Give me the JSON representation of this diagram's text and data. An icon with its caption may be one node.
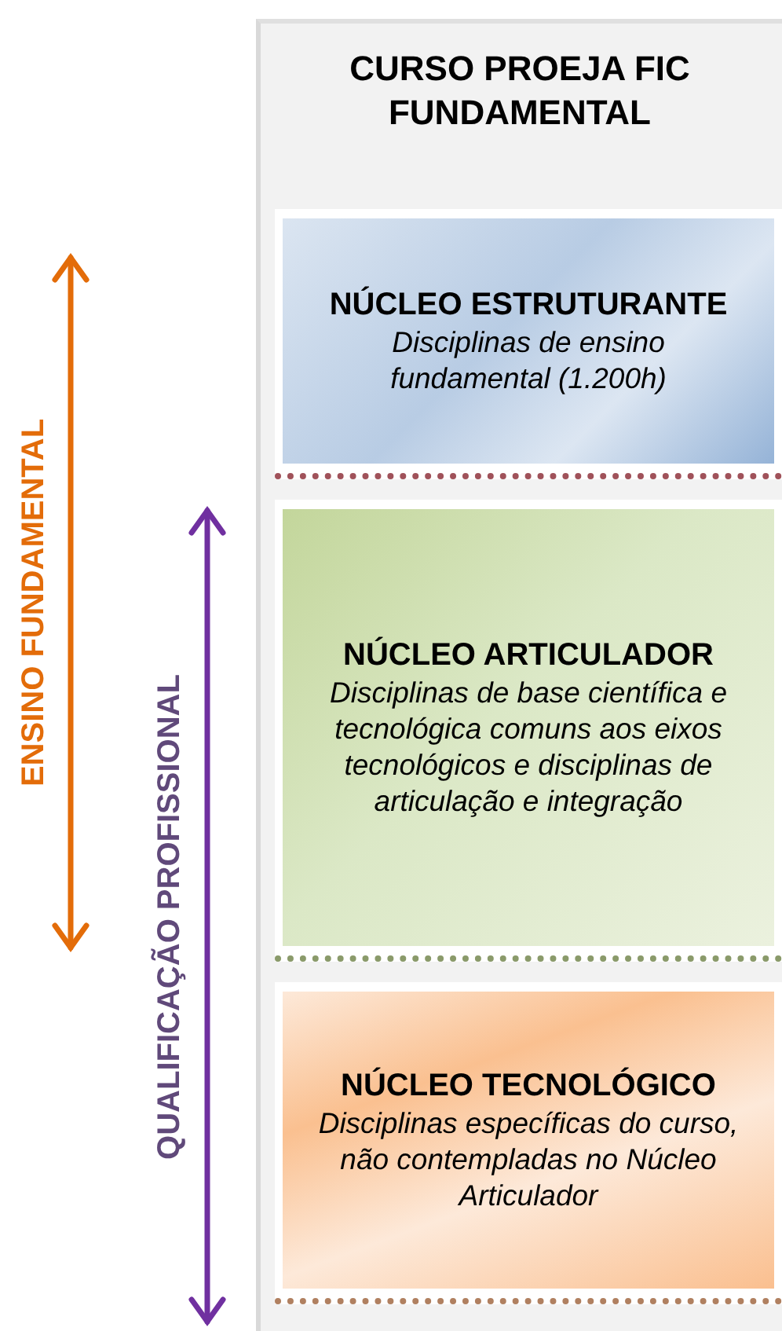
{
  "diagram": {
    "nodes": [
      {
        "text": [
          "CURSO PROEJA FIC FUNDAMENTAL"
        ]
      },
      {
        "text": [
          "NÚCLEO ESTRUTURANTE",
          "Disciplinas de ensino fundamental (1.200h)"
        ],
        "in": 0
      },
      {
        "text": [
          "NÚCLEO ARTICULADOR",
          "Disciplinas de base científica e tecnológica comuns aos eixos tecnológicos e disciplinas de articulação e integração"
        ],
        "in": 0
      },
      {
        "text": [
          "NÚCLEO TECNOLÓGICO",
          "Disciplinas específicas do curso, não contempladas no Núcleo Articulador"
        ],
        "in": 0
      }
    ],
    "labels": [
      "ENSINO FUNDAMENTAL",
      "QUALIFICAÇÃO PROFISSIONAL"
    ]
  }
}
